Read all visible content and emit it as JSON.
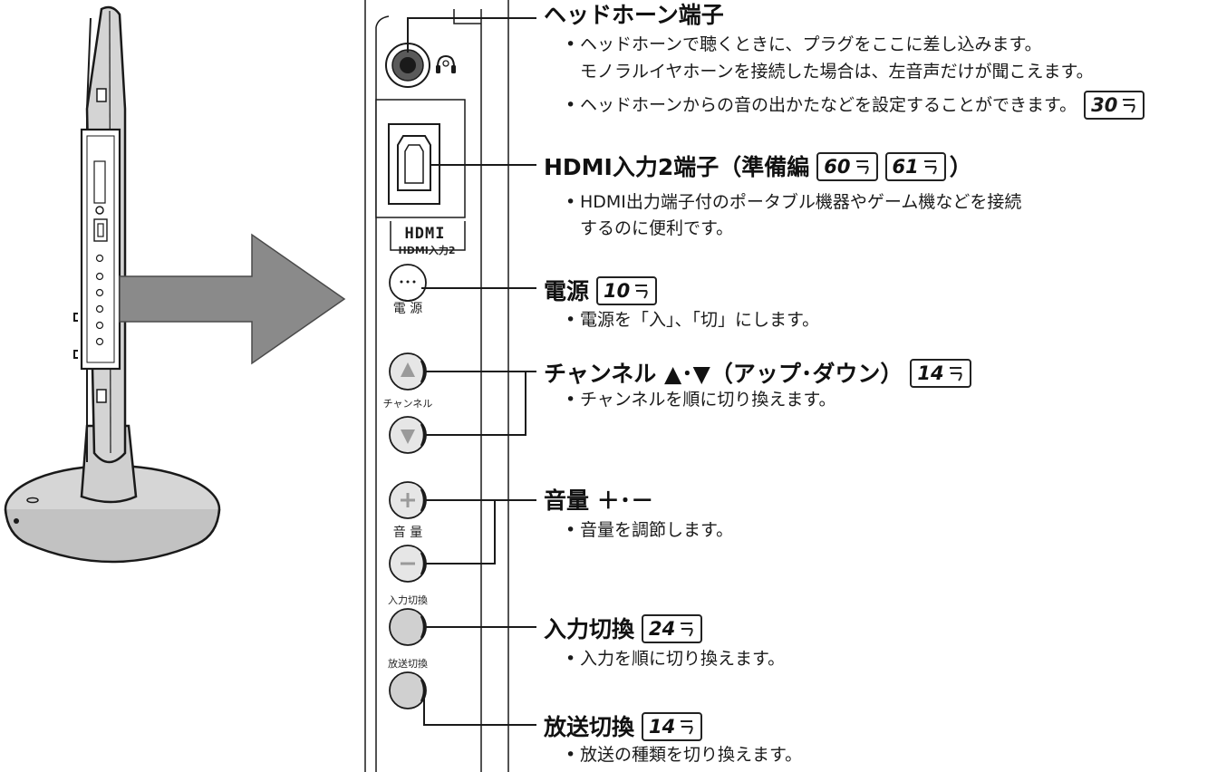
{
  "panel": {
    "hdmi_logo": "HDMI",
    "hdmi_input_label": "HDMI入力2",
    "power_label": "電 源",
    "channel_label": "チャンネル",
    "volume_label": "音 量",
    "input_switch_label": "入力切換",
    "broadcast_switch_label": "放送切換"
  },
  "callouts": [
    {
      "id": "headphone",
      "title": "ヘッドホーン端子",
      "refs": [],
      "bullets": [
        {
          "text": "ヘッドホーンで聴くときに、プラグをここに差し込みます。",
          "cont": "モノラルイヤホーンを接続した場合は、左音声だけが聞こえます。"
        },
        {
          "text": "ヘッドホーンからの音の出かたなどを設定することができます。",
          "ref": "30"
        }
      ]
    },
    {
      "id": "hdmi",
      "title": "HDMI入力2端子（準備編",
      "title_close": "）",
      "refs": [
        "60",
        "61"
      ],
      "bullets": [
        {
          "text": "HDMI出力端子付のポータブル機器やゲーム機などを接続",
          "cont": "するのに便利です。"
        }
      ]
    },
    {
      "id": "power",
      "title": "電源",
      "refs": [
        "10"
      ],
      "bullets": [
        {
          "text": "電源を「入」、「切」にします。"
        }
      ]
    },
    {
      "id": "channel",
      "title": "チャンネル ▲･▼（アップ･ダウン）",
      "refs": [
        "14"
      ],
      "bullets": [
        {
          "text": "チャンネルを順に切り換えます。"
        }
      ]
    },
    {
      "id": "volume",
      "title": "音量 ＋･－",
      "refs": [],
      "bullets": [
        {
          "text": "音量を調節します。"
        }
      ]
    },
    {
      "id": "input",
      "title": "入力切換",
      "refs": [
        "24"
      ],
      "bullets": [
        {
          "text": "入力を順に切り換えます。"
        }
      ]
    },
    {
      "id": "broadcast",
      "title": "放送切換",
      "refs": [
        "14"
      ],
      "bullets": [
        {
          "text": "放送の種類を切り換えます。"
        }
      ]
    }
  ],
  "colors": {
    "line": "#1a1a1a",
    "arrow_fill": "#8a8a8a",
    "body_fill": "#d4d4d4",
    "button_fill": "#e6e6e6",
    "panel_fill": "#ffffff"
  }
}
